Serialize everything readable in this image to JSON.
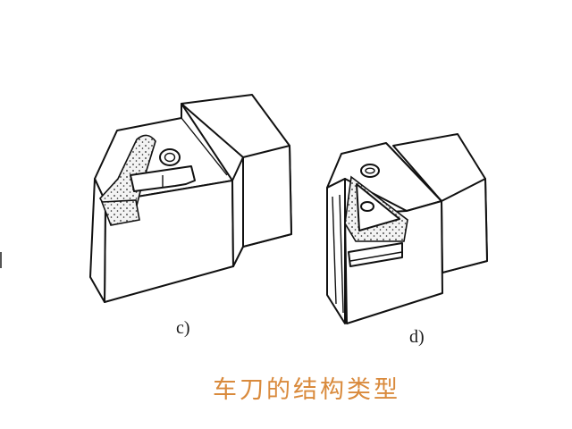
{
  "figure": {
    "caption": "车刀的结构类型",
    "caption_color": "#d98a3c",
    "panels": [
      {
        "id": "c",
        "label": "c)",
        "description": "tool holder with clamp-lever insert"
      },
      {
        "id": "d",
        "label": "d)",
        "description": "tool holder with triangular insert and central screw"
      }
    ]
  }
}
